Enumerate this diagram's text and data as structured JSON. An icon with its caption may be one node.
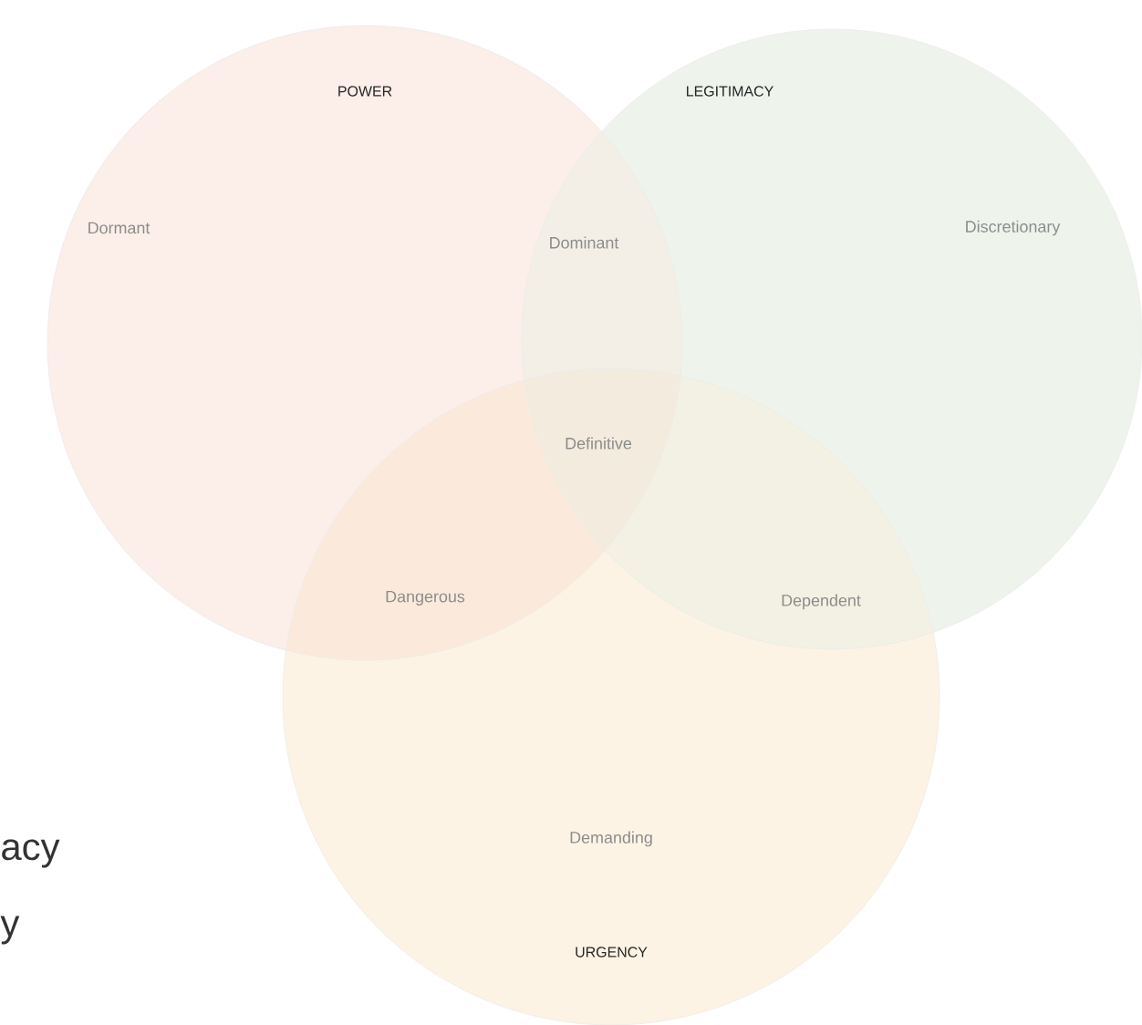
{
  "diagram": {
    "nodes": [
      {
        "text": [
          "POWER"
        ]
      },
      {
        "text": [
          "LEGITIMACY"
        ]
      },
      {
        "text": [
          "URGENCY"
        ]
      }
    ],
    "labels": [
      "Dormant",
      "Dominant",
      "Discretionary",
      "Definitive",
      "Dangerous",
      "Dependent",
      "Demanding",
      "acy",
      "y"
    ]
  }
}
